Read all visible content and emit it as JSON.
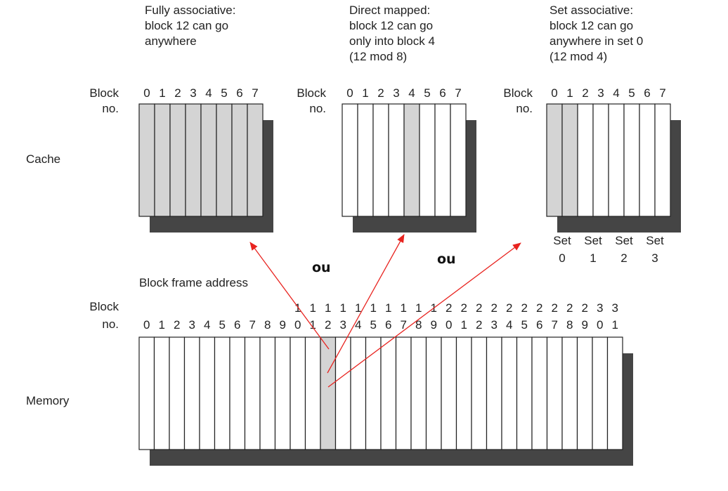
{
  "headers": {
    "fully_associative": "Fully associative:\nblock 12 can go\nanywhere",
    "direct_mapped": "Direct mapped:\nblock 12 can go\nonly into block 4\n(12 mod 8)",
    "set_associative": "Set associative:\nblock 12 can go\nanywhere in set 0\n(12 mod 4)"
  },
  "labels": {
    "block": "Block",
    "no": "no.",
    "cache": "Cache",
    "memory": "Memory",
    "block_frame_address": "Block frame address",
    "ou_1": "ou",
    "ou_2": "ou"
  },
  "cache": {
    "block_count": 8,
    "block_numbers": [
      "0",
      "1",
      "2",
      "3",
      "4",
      "5",
      "6",
      "7"
    ],
    "fully_associative_highlight": [
      0,
      1,
      2,
      3,
      4,
      5,
      6,
      7
    ],
    "direct_mapped_highlight": [
      4
    ],
    "set_associative_highlight": [
      0,
      1
    ],
    "sets": [
      {
        "top": "Set",
        "bottom": "0"
      },
      {
        "top": "Set",
        "bottom": "1"
      },
      {
        "top": "Set",
        "bottom": "2"
      },
      {
        "top": "Set",
        "bottom": "3"
      }
    ]
  },
  "memory": {
    "block_count": 32,
    "tens_digits": [
      "",
      "",
      "",
      "",
      "",
      "",
      "",
      "",
      "",
      "",
      "1",
      "1",
      "1",
      "1",
      "1",
      "1",
      "1",
      "1",
      "1",
      "1",
      "2",
      "2",
      "2",
      "2",
      "2",
      "2",
      "2",
      "2",
      "2",
      "2",
      "3",
      "3"
    ],
    "ones_digits": [
      "0",
      "1",
      "2",
      "3",
      "4",
      "5",
      "6",
      "7",
      "8",
      "9",
      "0",
      "1",
      "2",
      "3",
      "4",
      "5",
      "6",
      "7",
      "8",
      "9",
      "0",
      "1",
      "2",
      "3",
      "4",
      "5",
      "6",
      "7",
      "8",
      "9",
      "0",
      "1"
    ],
    "highlight": 12
  },
  "colors": {
    "gray_fill": "#d4d4d4",
    "white_fill": "#ffffff",
    "shadow": "#454545",
    "outline": "#222222",
    "arrow": "#e8231f"
  }
}
